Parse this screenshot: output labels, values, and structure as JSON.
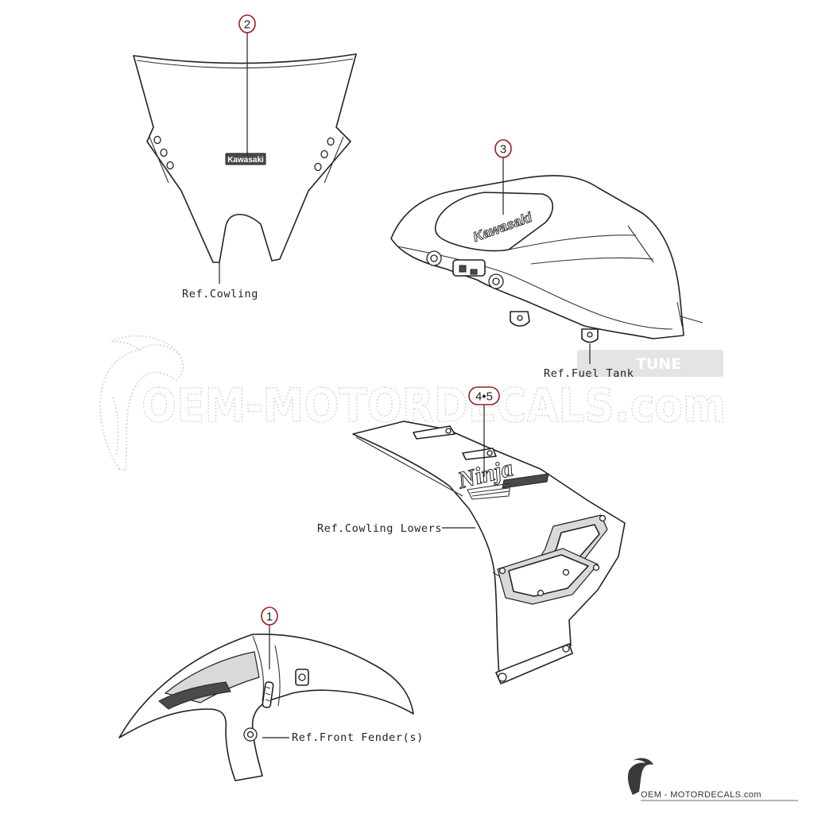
{
  "diagram": {
    "callouts": [
      {
        "id": "1",
        "label": "1"
      },
      {
        "id": "2",
        "label": "2"
      },
      {
        "id": "3",
        "label": "3"
      },
      {
        "id": "4-5",
        "label": "4•5"
      }
    ],
    "references": {
      "cowling": "Ref.Cowling",
      "fuel_tank": "Ref.Fuel Tank",
      "cowling_lowers": "Ref.Cowling Lowers",
      "front_fender": "Ref.Front Fender(s)"
    },
    "decal_text": {
      "windscreen_logo": "Kawasaki",
      "tank_logo": "Kawasaki",
      "fairing_logo": "Ninja"
    }
  },
  "watermark": {
    "site": "OEM-MOTORDECALS.com",
    "badge": "TUNE"
  },
  "branding": {
    "footer": "OEM - MOTORDECALS.com"
  },
  "colors": {
    "callout_ring": "#9b1c22",
    "line": "#222222",
    "watermark": "#d6d6d6"
  }
}
